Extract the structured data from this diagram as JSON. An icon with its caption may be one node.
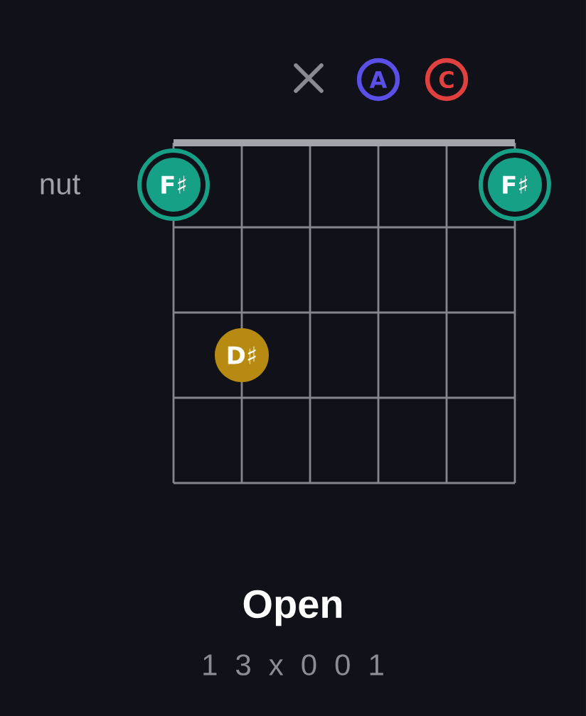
{
  "diagram": {
    "title": "Open",
    "caption": "1 3 x 0 0 1",
    "nodes": [
      {
        "text": [
          "A"
        ]
      },
      {
        "text": [
          "C"
        ]
      },
      {
        "text": [
          "F♯"
        ]
      },
      {
        "text": [
          "F♯"
        ]
      },
      {
        "text": [
          "D♯"
        ]
      }
    ],
    "labels": [
      "nut"
    ]
  }
}
